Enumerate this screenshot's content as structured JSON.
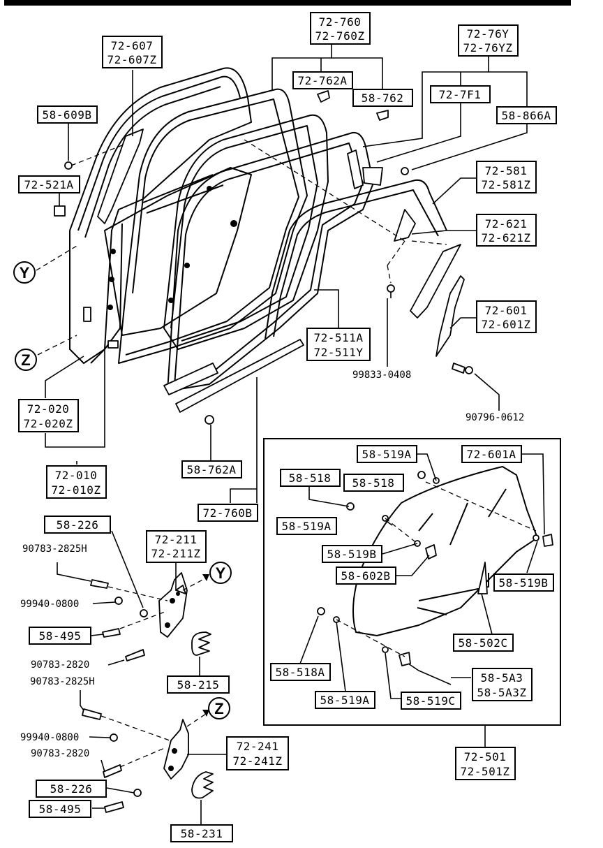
{
  "labels": {
    "l_72_760": [
      "72-760",
      "72-760Z"
    ],
    "l_72_76Y": [
      "72-76Y",
      "72-76YZ"
    ],
    "l_72_607": [
      "72-607",
      "72-607Z"
    ],
    "l_72_762A": "72-762A",
    "l_58_762": "58-762",
    "l_72_7F1": "72-7F1",
    "l_58_866A": "58-866A",
    "l_58_609B": "58-609B",
    "l_72_521A": "72-521A",
    "l_72_581": [
      "72-581",
      "72-581Z"
    ],
    "l_72_621": [
      "72-621",
      "72-621Z"
    ],
    "l_72_601": [
      "72-601",
      "72-601Z"
    ],
    "l_72_511A": [
      "72-511A",
      "72-511Y"
    ],
    "t_99833": "99833-0408",
    "t_90796": "90796-0612",
    "l_72_020": [
      "72-020",
      "72-020Z"
    ],
    "l_72_010": [
      "72-010",
      "72-010Z"
    ],
    "l_58_762A": "58-762A",
    "l_72_760B": "72-760B",
    "l_58_519A_top": "58-519A",
    "l_72_601A": "72-601A",
    "l_58_518_a": "58-518",
    "l_58_518_b": "58-518",
    "l_58_519A_mid": "58-519A",
    "l_58_519B_left": "58-519B",
    "l_58_602B": "58-602B",
    "l_58_519B_right": "58-519B",
    "l_58_502C": "58-502C",
    "l_58_518A": "58-518A",
    "l_58_519A_bot": "58-519A",
    "l_58_519C": "58-519C",
    "l_58_5A3": [
      "58-5A3",
      "58-5A3Z"
    ],
    "l_72_501": [
      "72-501",
      "72-501Z"
    ],
    "l_58_226_top": "58-226",
    "t_90783_2825H_a": "90783-2825H",
    "l_72_211": [
      "72-211",
      "72-211Z"
    ],
    "t_99940_a": "99940-0800",
    "l_58_495_top": "58-495",
    "t_90783_2820_a": "90783-2820",
    "l_58_215": "58-215",
    "t_90783_2825H_b": "90783-2825H",
    "t_99940_b": "99940-0800",
    "t_90783_2820_b": "90783-2820",
    "l_72_241": [
      "72-241",
      "72-241Z"
    ],
    "l_58_226_bot": "58-226",
    "l_58_495_bot": "58-495",
    "l_58_231": "58-231",
    "marker_y": "Y",
    "marker_z": "Z"
  }
}
